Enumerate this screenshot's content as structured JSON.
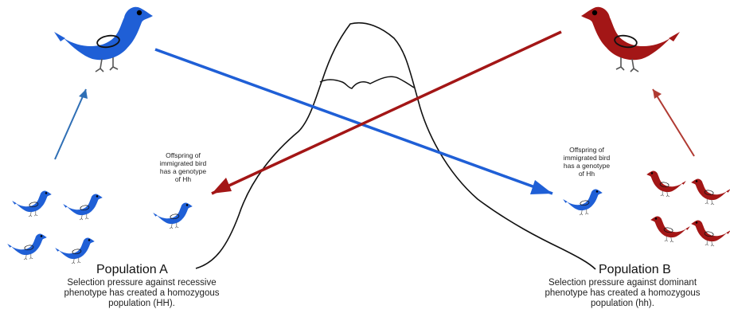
{
  "colors": {
    "blue": "#1f5fd6",
    "red": "#a31616",
    "blue_arrow": "#2f6fb5",
    "red_arrow": "#b03a32",
    "mountain": "#111111"
  },
  "offspring_note_left": [
    "Offspring of",
    "immigrated bird",
    "has a genotype",
    "of Hh"
  ],
  "offspring_note_right": [
    "Offspring of",
    "immigrated bird",
    "has a genotype",
    "of Hh"
  ],
  "population_a": {
    "title": "Population A",
    "description": [
      "Selection pressure against recessive",
      "phenotype has created a homozygous",
      "population (HH)."
    ]
  },
  "population_b": {
    "title": "Population B",
    "description": [
      "Selection pressure against dominant",
      "phenotype has created a homozygous",
      "population (hh)."
    ]
  }
}
